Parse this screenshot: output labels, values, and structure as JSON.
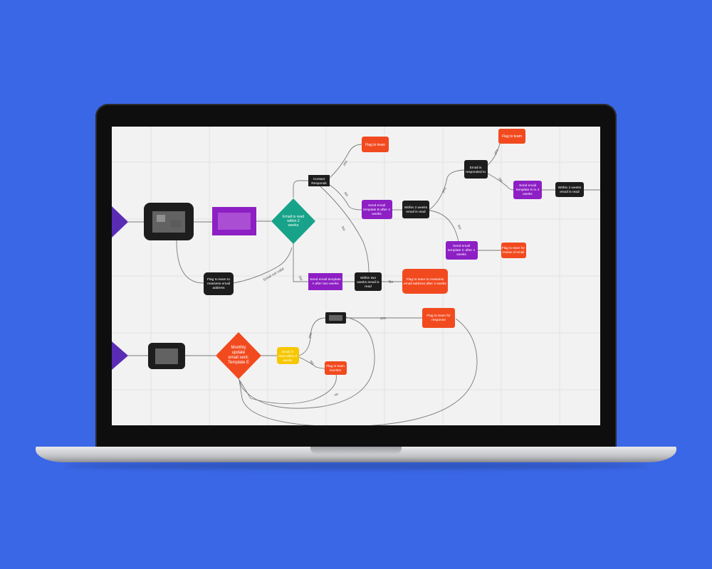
{
  "background_color": "#3a67e6",
  "colors": {
    "black": "#1d1d1d",
    "purple": "#8d1fc4",
    "orange": "#f24a1f",
    "teal": "#17a389",
    "yellow": "#f6c700",
    "violet": "#5a2bb4",
    "edge": "#7a7a7a"
  },
  "nodes": {
    "contact_responds": [
      "Contact",
      "Responds"
    ],
    "flag_team_top": [
      "Flag to team"
    ],
    "send_template_b": [
      "Send email",
      "template B after 4",
      "weeks"
    ],
    "within_2w_read_mid": [
      "Within 2 weeks",
      "email is read"
    ],
    "email_responded": [
      "Email is",
      "responded to"
    ],
    "flag_team_top_right": [
      "Flag to team"
    ],
    "send_template_d": [
      "Send email",
      "template D in 4",
      "weeks"
    ],
    "within_2w_read_right": [
      "Within 2 weeks",
      "email is read"
    ],
    "send_template_c": [
      "Send email",
      "template C after 4",
      "weeks"
    ],
    "flag_review": [
      "Flag to team for",
      "review of email"
    ],
    "email_read_within": [
      "Email is read",
      "within 2",
      "weeks"
    ],
    "flag_reassess": [
      "Flag to team to",
      "reassess email",
      "address"
    ],
    "send_template_a": [
      "Send email template",
      "A after two weeks"
    ],
    "within_two_weeks_read": [
      "Within two",
      "weeks email is",
      "read"
    ],
    "flag_reassess_4w": [
      "Flag to team to reassess",
      "email address after 4 weeks"
    ],
    "flag_response": [
      "Flag to team for",
      "response"
    ],
    "monthly_update": [
      "Monthly",
      "update",
      "email sent:",
      "Template E"
    ],
    "email_read_within_low": [
      "Email is",
      "read within 2",
      "weeks"
    ],
    "flag_member": [
      "Flag to team",
      "member"
    ]
  },
  "edge_labels": {
    "yes_1": "yes",
    "no_1": "No",
    "no_2": "No",
    "email_not_valid": "Email not valid",
    "no_3": "No",
    "no_4": "No",
    "yes_2": "yes",
    "no_5": "No",
    "no_6": "No",
    "yes_3": "yes",
    "yes_4": "yes",
    "no_7": "No",
    "no_8": "no"
  }
}
